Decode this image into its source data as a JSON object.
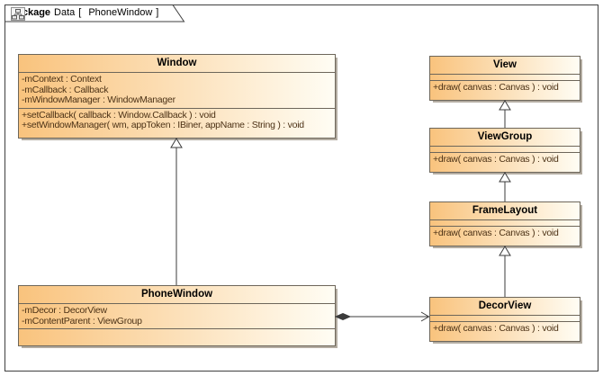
{
  "package_tab": {
    "keyword": "package",
    "package_name": "Data",
    "bracket_open": "[",
    "diagram_name": "PhoneWindow",
    "bracket_close": "]"
  },
  "classes": [
    {
      "name": "Window",
      "attributes": [
        "-mContext : Context",
        "-mCallback : Callback",
        "-mWindowManager : WindowManager"
      ],
      "operations": [
        "+setCallback( callback : Window.Callback ) : void",
        "+setWindowManager( wm, appToken : IBiner, appName : String ) : void"
      ]
    },
    {
      "name": "PhoneWindow",
      "attributes": [
        "-mDecor : DecorView",
        "-mContentParent : ViewGroup"
      ],
      "operations": []
    },
    {
      "name": "View",
      "attributes": [],
      "operations": [
        "+draw( canvas : Canvas ) : void"
      ]
    },
    {
      "name": "ViewGroup",
      "attributes": [],
      "operations": [
        "+draw( canvas : Canvas ) : void"
      ]
    },
    {
      "name": "FrameLayout",
      "attributes": [],
      "operations": [
        "+draw( canvas : Canvas ) : void"
      ]
    },
    {
      "name": "DecorView",
      "attributes": [],
      "operations": [
        "+draw( canvas : Canvas ) : void"
      ]
    }
  ],
  "relationships": [
    {
      "type": "generalization",
      "from": "PhoneWindow",
      "to": "Window"
    },
    {
      "type": "generalization",
      "from": "ViewGroup",
      "to": "View"
    },
    {
      "type": "generalization",
      "from": "FrameLayout",
      "to": "ViewGroup"
    },
    {
      "type": "generalization",
      "from": "DecorView",
      "to": "FrameLayout"
    },
    {
      "type": "composition",
      "from": "PhoneWindow",
      "to": "DecorView"
    }
  ],
  "colors": {
    "box_gradient_left": "#F9C37D",
    "box_gradient_right": "#FFFDF4",
    "box_border": "#6D665A",
    "box_shadow": "#B3ACA1",
    "member_text": "#4C3216",
    "title_text": "#000000",
    "connector": "#3B3B3B",
    "frame_border": "#3F3F3F"
  }
}
